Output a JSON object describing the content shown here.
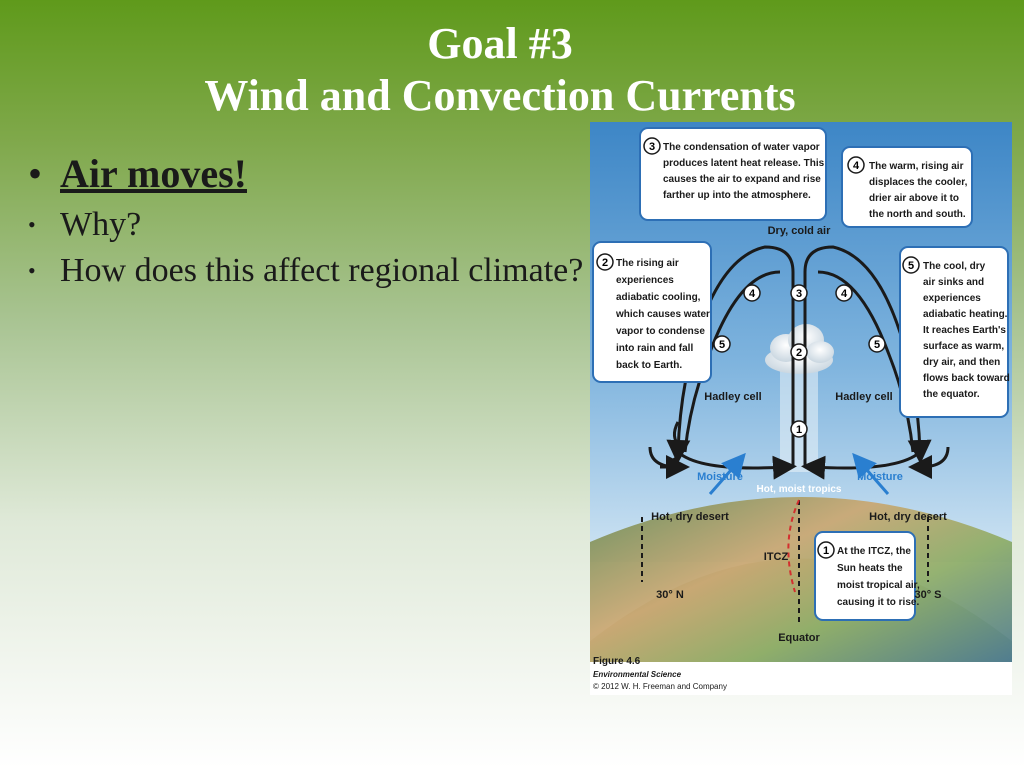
{
  "slide": {
    "title_line1": "Goal #3",
    "title_line2": "Wind and Convection Currents",
    "bullets": [
      {
        "text": "Air moves!"
      },
      {
        "text": "Why?"
      },
      {
        "text": "How does this affect regional climate?"
      }
    ],
    "bullet_glyph": "•"
  },
  "figure": {
    "callout3": [
      "The condensation of water vapor",
      "produces latent heat release. This",
      "causes the air to expand and rise",
      "farther up into the atmosphere."
    ],
    "callout4": [
      "The warm, rising air",
      "displaces the cooler,",
      "drier air above it to",
      "the north and south."
    ],
    "callout2": [
      "The rising air",
      "experiences",
      "adiabatic cooling,",
      "which causes water",
      "vapor to condense",
      "into rain and fall",
      "back to Earth."
    ],
    "callout5": [
      "The cool, dry",
      "air sinks and",
      "experiences",
      "adiabatic heating.",
      "It reaches Earth's",
      "surface as warm,",
      "dry air, and then",
      "flows back toward",
      "the equator."
    ],
    "callout1": [
      "At the ITCZ, the",
      "Sun heats the",
      "moist tropical air,",
      "causing it to rise."
    ],
    "num1": "1",
    "num2": "2",
    "num3": "3",
    "num4": "4",
    "num5": "5",
    "dry_cold_air": "Dry, cold air",
    "hadley_left": "Hadley cell",
    "hadley_right": "Hadley cell",
    "moisture_left": "Moisture",
    "moisture_right": "Moisture",
    "hot_moist_tropics": "Hot, moist tropics",
    "desert_left": "Hot, dry desert",
    "desert_right": "Hot, dry desert",
    "itcz": "ITCZ",
    "lat_n": "30° N",
    "lat_s": "30° S",
    "equator": "Equator",
    "caption_fig": "Figure 4.6",
    "caption_book": "Environmental Science",
    "caption_copy": "© 2012 W. H. Freeman and Company",
    "colors": {
      "sky": "#4a90cc",
      "callout_border": "#2d6fb5",
      "moisture": "#2a7fd0",
      "itcz_line": "#d32f2f"
    }
  }
}
